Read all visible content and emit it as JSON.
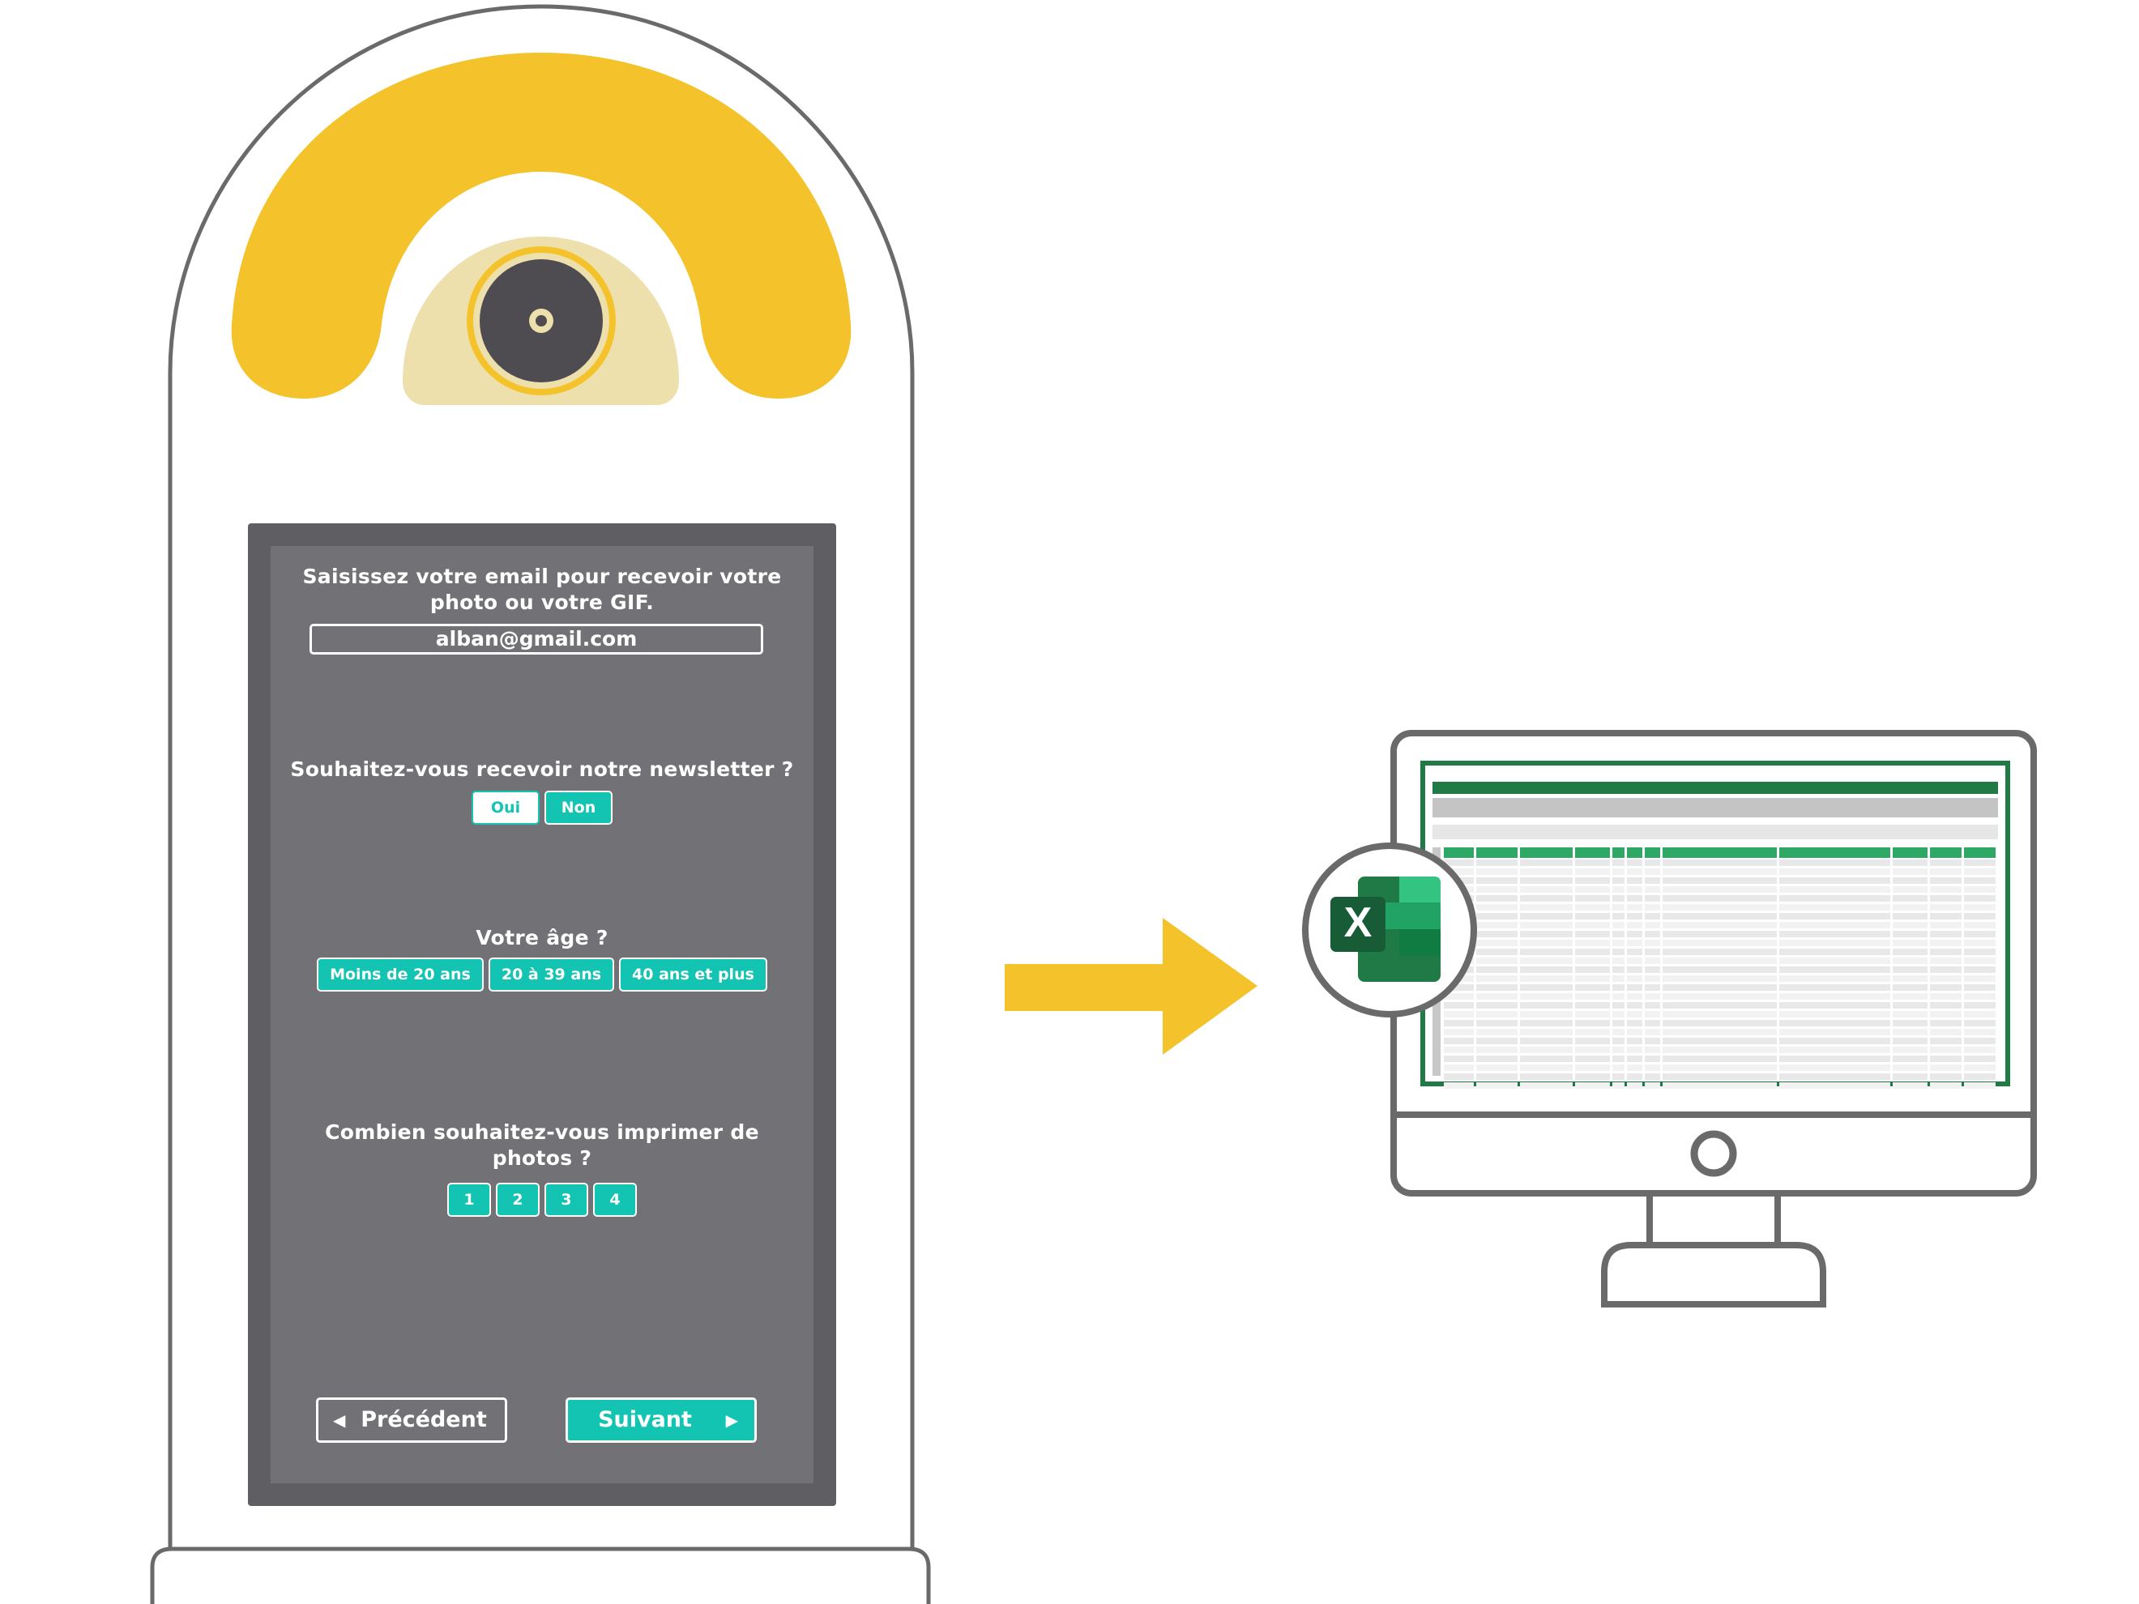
{
  "kiosk": {
    "email_prompt_line1": "Saisissez votre email pour recevoir votre",
    "email_prompt_line2": "photo ou votre GIF.",
    "email_value": "alban@gmail.com",
    "newsletter_question": "Souhaitez-vous recevoir notre newsletter ?",
    "newsletter_options": [
      "Oui",
      "Non"
    ],
    "newsletter_selected": "Oui",
    "age_question": "Votre âge ?",
    "age_options": [
      "Moins de 20 ans",
      "20 à 39 ans",
      "40 ans et plus"
    ],
    "print_question_line1": "Combien souhaitez-vous imprimer de",
    "print_question_line2": "photos ?",
    "print_options": [
      "1",
      "2",
      "3",
      "4"
    ],
    "prev_label": "Précédent",
    "next_label": "Suivant",
    "prev_icon": "triangle-left-icon",
    "next_icon": "triangle-right-icon"
  },
  "excel_badge": {
    "letter": "X",
    "icon": "excel-logo-icon"
  },
  "colors": {
    "brand_yellow": "#f4c32c",
    "camera_base": "#ede0ad",
    "lens_dark": "#4e4c51",
    "screen_frame": "#5f5f63",
    "screen_bg": "#727175",
    "button_teal": "#14c4b2",
    "outline_gray": "#6a6a6a",
    "excel_green": "#1f7a45",
    "sheet_green": "#2ea865"
  }
}
